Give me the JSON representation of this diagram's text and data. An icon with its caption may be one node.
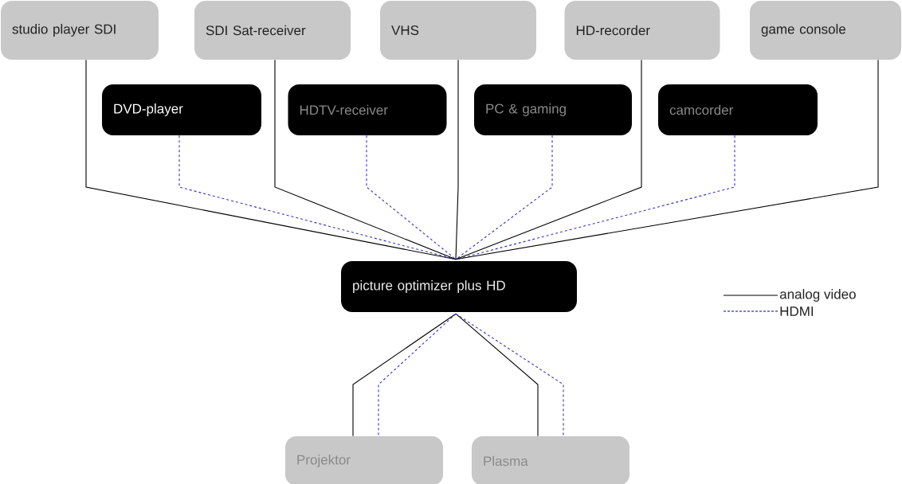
{
  "diagram": {
    "nodes": [
      {
        "text": [
          "studio player SDI"
        ]
      },
      {
        "text": [
          "SDI Sat-receiver"
        ]
      },
      {
        "text": [
          "VHS"
        ]
      },
      {
        "text": [
          "HD-recorder"
        ]
      },
      {
        "text": [
          "game console"
        ]
      },
      {
        "text": [
          "DVD-player"
        ]
      },
      {
        "text": [
          "HDTV-receiver"
        ]
      },
      {
        "text": [
          "PC & gaming"
        ]
      },
      {
        "text": [
          "camcorder"
        ]
      },
      {
        "text": [
          "picture optimizer plus HD"
        ]
      },
      {
        "text": [
          "Projektor"
        ]
      },
      {
        "text": [
          "Plasma"
        ]
      }
    ],
    "edges": [
      {
        "from": 0,
        "to": 9,
        "arrow": "none"
      },
      {
        "from": 5,
        "to": 9,
        "arrow": "none",
        "style": "dashed",
        "color": "#3333cc"
      },
      {
        "from": 1,
        "to": 9,
        "arrow": "none"
      },
      {
        "from": 6,
        "to": 9,
        "arrow": "none",
        "style": "dashed",
        "color": "#3333cc"
      },
      {
        "from": 2,
        "to": 9,
        "arrow": "none"
      },
      {
        "from": 7,
        "to": 9,
        "arrow": "none",
        "style": "dashed",
        "color": "#3333cc"
      },
      {
        "from": 3,
        "to": 9,
        "arrow": "none"
      },
      {
        "from": 8,
        "to": 9,
        "arrow": "none",
        "style": "dashed",
        "color": "#3333cc"
      },
      {
        "from": 4,
        "to": 9,
        "arrow": "none"
      },
      {
        "from": 9,
        "to": 10,
        "arrow": "none"
      },
      {
        "from": 9,
        "to": 10,
        "arrow": "none",
        "style": "dashed",
        "color": "#3333cc"
      },
      {
        "from": 9,
        "to": 11,
        "arrow": "none"
      },
      {
        "from": 9,
        "to": 11,
        "arrow": "none",
        "style": "dashed",
        "color": "#3333cc"
      }
    ],
    "legend": [
      {
        "text": "analog video"
      },
      {
        "text": "HDMI"
      }
    ]
  }
}
